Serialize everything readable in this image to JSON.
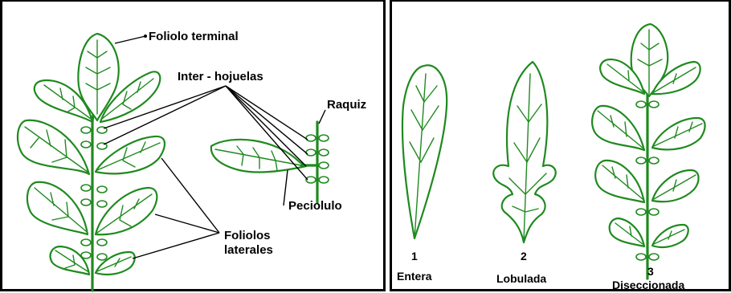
{
  "left_panel": {
    "labels": {
      "terminal": "Foliolo terminal",
      "inter": "Inter - hojuelas",
      "raquiz": "Raquiz",
      "peciolulo": "Peciolulo",
      "laterales_1": "Foliolos",
      "laterales_2": "laterales"
    }
  },
  "right_panel": {
    "types": [
      {
        "number": "1",
        "name": "Entera"
      },
      {
        "number": "2",
        "name": "Lobulada"
      },
      {
        "number": "3",
        "name": "Diseccionada"
      }
    ]
  },
  "colors": {
    "leaf_stroke": "#1f8a1f",
    "border": "#000000",
    "background": "#ffffff"
  }
}
